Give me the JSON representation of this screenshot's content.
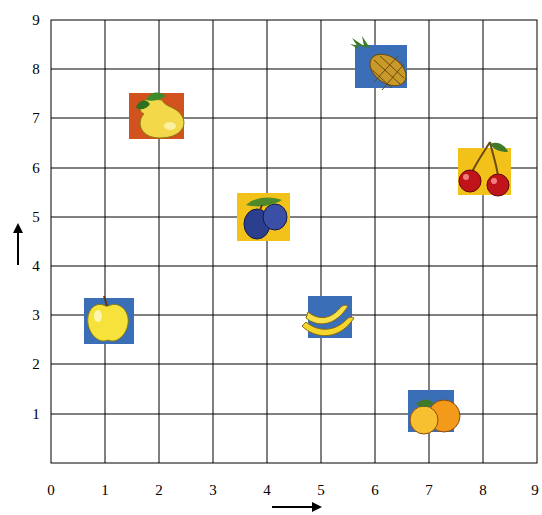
{
  "diagram": {
    "labels": [
      "9",
      "8",
      "7",
      "6",
      "5",
      "4",
      "3",
      "2",
      "1",
      "0",
      "1",
      "2",
      "3",
      "4",
      "5",
      "6",
      "7",
      "8",
      "9"
    ]
  }
}
